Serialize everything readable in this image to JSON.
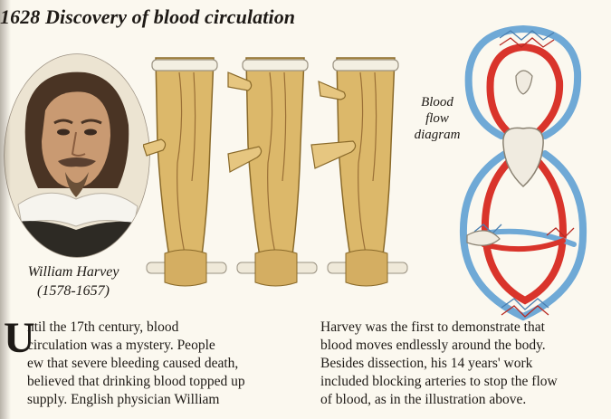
{
  "title": "1628 Discovery of blood circulation",
  "portrait": {
    "name": "William Harvey",
    "dates": "(1578-1657)"
  },
  "diagram": {
    "label_lines": [
      "Blood",
      "flow",
      "diagram"
    ],
    "colors": {
      "vein": "#6fa9d6",
      "artery": "#d9342b"
    }
  },
  "body": {
    "dropcap": "U",
    "left_lines": [
      "ntil the 17th century, blood",
      "circulation was a mystery. People",
      "ew that severe bleeding caused death,",
      "believed that drinking blood topped up",
      "supply. English physician William"
    ],
    "right_lines": [
      "Harvey was the first to demonstrate that",
      "blood moves endlessly around the body.",
      "Besides dissection, his 14 years' work",
      "included blocking arteries to stop the flow",
      "of blood, as in the illustration above."
    ]
  }
}
